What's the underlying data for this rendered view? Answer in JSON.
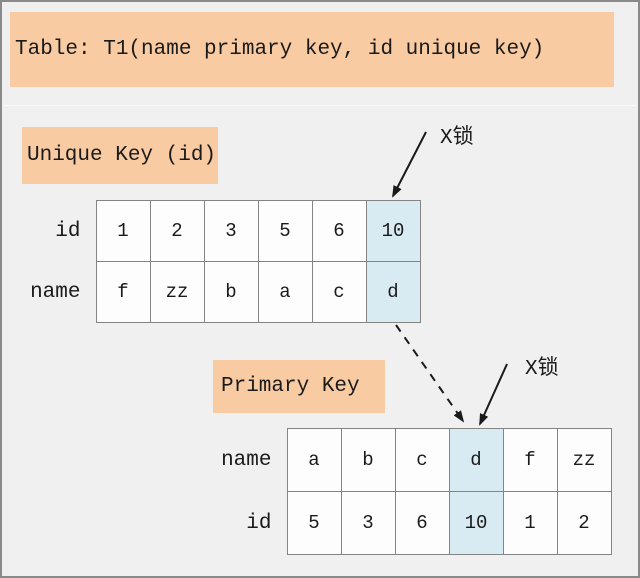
{
  "banner": {
    "text": "Table: T1(name primary key, id unique key)"
  },
  "colors": {
    "background": "#f0f0f0",
    "banner_fill": "#f8cba3",
    "highlight_fill": "#d9ebf2",
    "grid_line": "#848484",
    "arrow": "#1a1a1a"
  },
  "unique_key": {
    "label": "Unique Key (id)",
    "lock_label": "X锁",
    "rows": [
      {
        "header": "id",
        "cells": [
          "1",
          "2",
          "3",
          "5",
          "6",
          "10"
        ]
      },
      {
        "header": "name",
        "cells": [
          "f",
          "zz",
          "b",
          "a",
          "c",
          "d"
        ]
      }
    ],
    "highlighted_column_index": 5
  },
  "primary_key": {
    "label": "Primary Key",
    "lock_label": "X锁",
    "rows": [
      {
        "header": "name",
        "cells": [
          "a",
          "b",
          "c",
          "d",
          "f",
          "zz"
        ]
      },
      {
        "header": "id",
        "cells": [
          "5",
          "3",
          "6",
          "10",
          "1",
          "2"
        ]
      }
    ],
    "highlighted_column_index": 3
  }
}
